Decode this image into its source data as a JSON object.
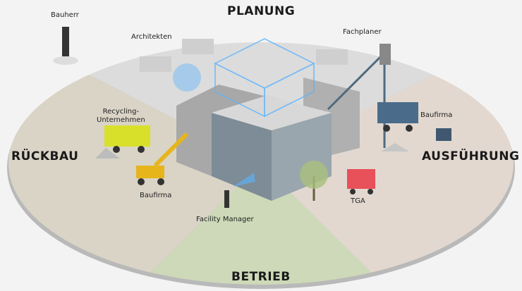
{
  "phases": {
    "planning": "PLANUNG",
    "execution": "AUSFÜHRUNG",
    "operation": "BETRIEB",
    "demolition": "RÜCKBAU"
  },
  "actors": {
    "client": "Bauherr",
    "architects": "Architekten",
    "specialist_planners": "Fachplaner",
    "recycling_line1": "Recycling-",
    "recycling_line2": "Unternehmen",
    "construction_company_right": "Baufirma",
    "construction_company_left": "Baufirma",
    "building_services": "TGA",
    "facility_manager": "Facility Manager"
  },
  "colors": {
    "planning": "#dcdcdc",
    "execution": "#e2d8d0",
    "operation": "#cdd9b8",
    "demolition": "#d9d4c6",
    "bim_blue": "#5ab4ff"
  }
}
